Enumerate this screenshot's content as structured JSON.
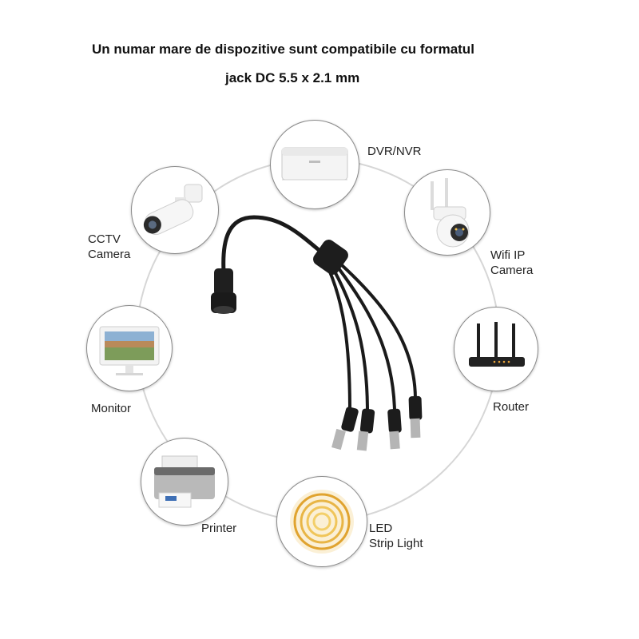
{
  "heading": {
    "line1": "Un numar mare de dispozitive sunt compatibile cu formatul",
    "line2": "jack DC 5.5 x 2.1 mm"
  },
  "devices": [
    {
      "id": "dvr-nvr",
      "icon": "dvr-nvr-icon",
      "lines": [
        "DVR/NVR"
      ]
    },
    {
      "id": "wifi-ip-camera",
      "icon": "wifi-ip-camera-icon",
      "lines": [
        "Wifi IP",
        "Camera"
      ]
    },
    {
      "id": "router",
      "icon": "router-icon",
      "lines": [
        "Router"
      ]
    },
    {
      "id": "led-strip-light",
      "icon": "led-strip-light-icon",
      "lines": [
        "LED",
        "Strip Light"
      ]
    },
    {
      "id": "printer",
      "icon": "printer-icon",
      "lines": [
        "Printer"
      ]
    },
    {
      "id": "monitor",
      "icon": "monitor-icon",
      "lines": [
        "Monitor"
      ]
    },
    {
      "id": "cctv-camera",
      "icon": "cctv-camera-icon",
      "lines": [
        "CCTV",
        "Camera"
      ]
    }
  ],
  "colors": {
    "cable": "#1a1a1a",
    "ring": "#d6d6d6",
    "led": "#e8a93a"
  }
}
